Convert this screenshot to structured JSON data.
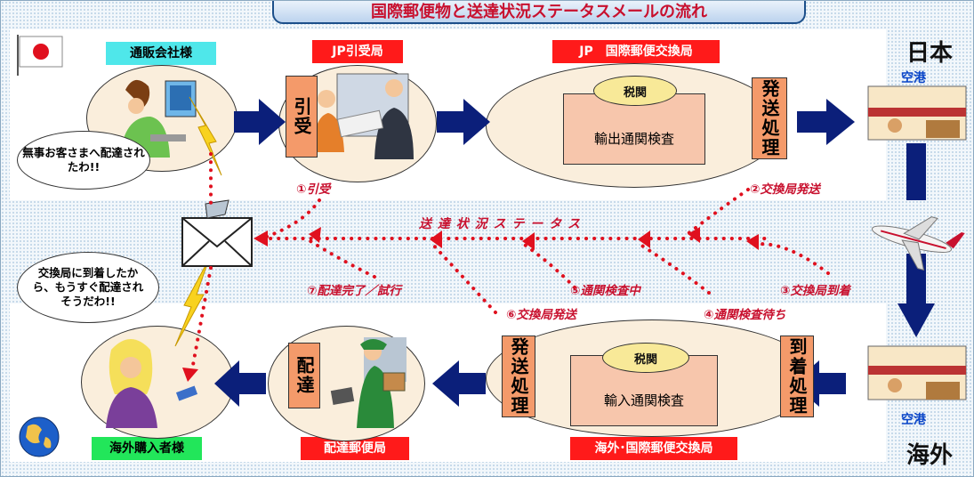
{
  "title": "国際郵便物と送達状況ステータスメールの流れ",
  "nodes": {
    "mail_order": "通販会社様",
    "jp_accept": "JP引受局",
    "jp_exchange": "JP　国際郵便交換局",
    "overseas_buyer": "海外購入者様",
    "delivery_office": "配達郵便局",
    "overseas_exchange": "海外･国際郵便交換局"
  },
  "process": {
    "accept": "引受",
    "dispatch_jp": "発送処理",
    "arrival": "到着処理",
    "dispatch_overseas": "発送処理",
    "delivery": "配達"
  },
  "customs": {
    "label": "税関",
    "export": "輸出通関検査",
    "import": "輸入通関検査"
  },
  "countries": {
    "japan": "日本",
    "overseas": "海外"
  },
  "airport": "空港",
  "status_title": "送 達 状 況 ス テ ー タ ス",
  "statuses": [
    "①引受",
    "②交換局発送",
    "③交換局到着",
    "④通関検査待ち",
    "⑤通関検査中",
    "⑥交換局発送",
    "⑦配達完了／試行"
  ],
  "bubbles": {
    "sender": "無事お客さまへ配達されたわ!!",
    "receiver": "交換局に到着したから、もうすぐ配達されそうだわ!!"
  },
  "colors": {
    "arrow": "#0b1f7a",
    "status_line": "#e0101e",
    "label_red": "#ff1a1a",
    "label_green": "#22e65a",
    "label_cyan": "#4fe7ea",
    "process_box": "#f49a6a"
  }
}
